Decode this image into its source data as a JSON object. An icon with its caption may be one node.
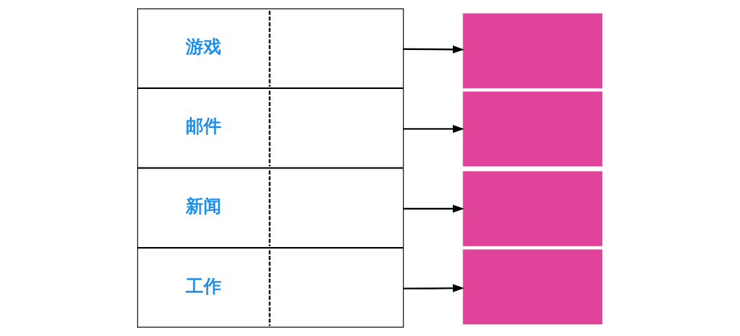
{
  "diagram": {
    "nodes": [
      {
        "text": [
          "游戏"
        ]
      },
      {
        "text": [
          "邮件"
        ]
      },
      {
        "text": [
          "新闻"
        ]
      },
      {
        "text": [
          "工作"
        ]
      },
      {
        "text": [],
        "shape": "box"
      },
      {
        "text": [],
        "shape": "box"
      },
      {
        "text": [],
        "shape": "box"
      },
      {
        "text": [],
        "shape": "box"
      }
    ],
    "edges": [
      {
        "from": 0,
        "to": 4,
        "arrow": "to"
      },
      {
        "from": 1,
        "to": 5,
        "arrow": "to"
      },
      {
        "from": 2,
        "to": 6,
        "arrow": "to"
      },
      {
        "from": 3,
        "to": 7,
        "arrow": "to"
      }
    ]
  }
}
